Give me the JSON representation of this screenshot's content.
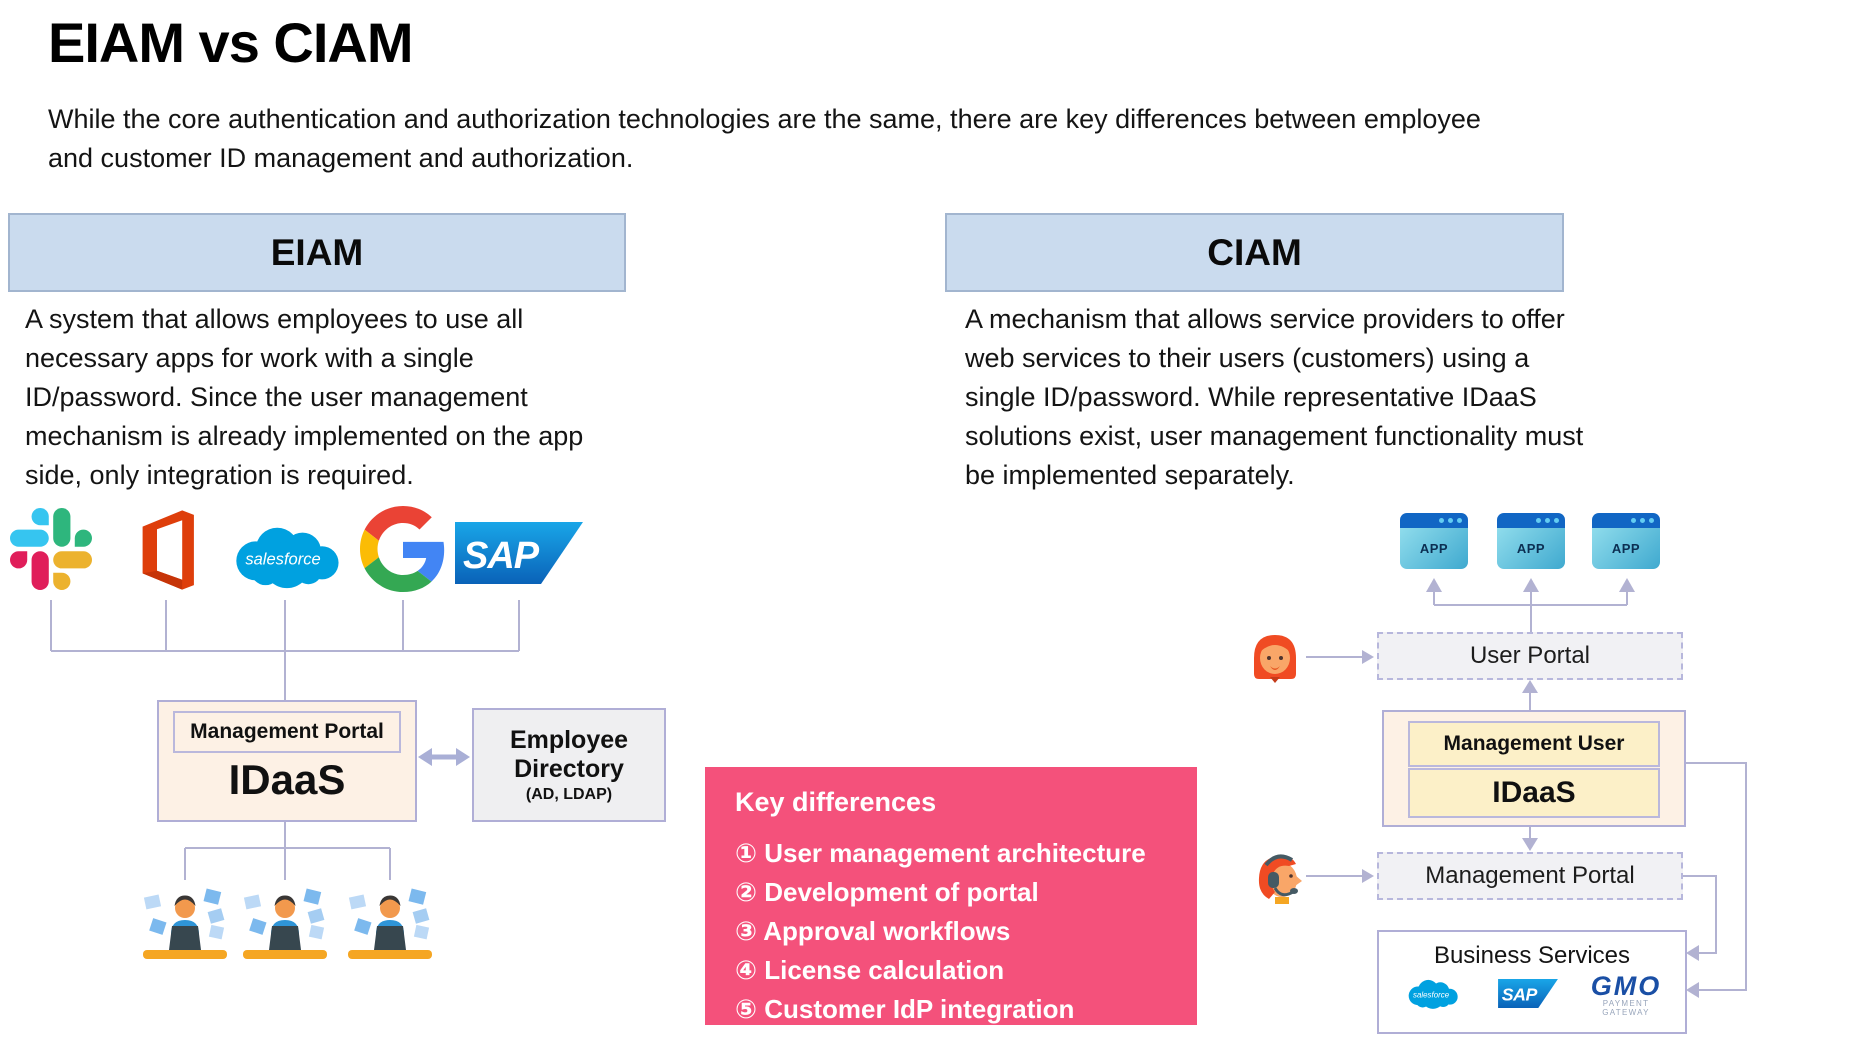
{
  "page": {
    "title": "EIAM vs CIAM",
    "subtitle": "While the core authentication and authorization technologies are the same, there are key differences between employee and customer ID management and authorization."
  },
  "eiam": {
    "header": "EIAM",
    "description": "A system that allows employees to use all necessary apps for work with a single ID/password. Since the user management mechanism is already implemented on the app side, only integration is required.",
    "logos": [
      "Slack",
      "Microsoft Office",
      "Salesforce",
      "Google",
      "SAP"
    ],
    "salesforce_text": "salesforce",
    "sap_text": "SAP",
    "management_portal": "Management Portal",
    "idaas": "IDaaS",
    "directory": {
      "line1": "Employee",
      "line2": "Directory",
      "line3": "(AD, LDAP)"
    }
  },
  "key_differences": {
    "title": "Key differences",
    "items": [
      "① User management architecture",
      "② Development of portal",
      "③ Approval workflows",
      "④ License calculation",
      "⑤ Customer IdP integration"
    ]
  },
  "ciam": {
    "header": "CIAM",
    "description": "A mechanism that allows service providers to offer web services to their users (customers) using a single ID/password. While representative IDaaS solutions exist, user management functionality must be implemented separately.",
    "apps": [
      "APP",
      "APP",
      "APP"
    ],
    "user_portal": "User Portal",
    "management_user": "Management User",
    "idaas": "IDaaS",
    "management_portal": "Management Portal",
    "business": {
      "title": "Business Services",
      "salesforce_text": "salesforce",
      "sap_text": "SAP",
      "gmo_text": "GMO",
      "gmo_sub": "PAYMENT GATEWAY"
    }
  },
  "colors": {
    "header_blue": "#cadbee",
    "accent_pink": "#f4517b",
    "connector": "#b2b2d2",
    "peach_box": "#fdf1e5",
    "yellow_box": "#fcf0c8"
  }
}
